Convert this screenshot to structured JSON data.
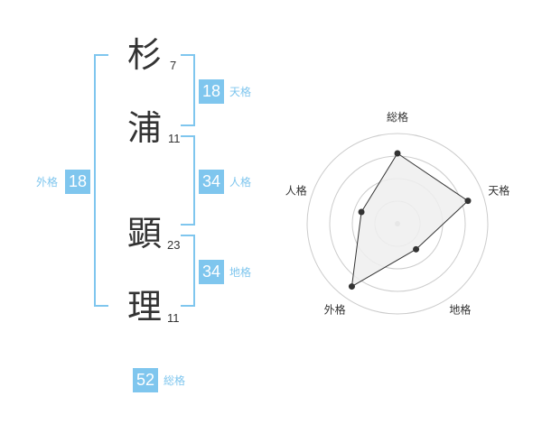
{
  "name": {
    "chars": [
      {
        "char": "杉",
        "strokes": "7"
      },
      {
        "char": "浦",
        "strokes": "11"
      },
      {
        "char": "顕",
        "strokes": "23"
      },
      {
        "char": "理",
        "strokes": "11"
      }
    ]
  },
  "kakusu": {
    "tenkaku": {
      "value": "18",
      "label": "天格"
    },
    "jinkaku": {
      "value": "34",
      "label": "人格"
    },
    "chikaku": {
      "value": "34",
      "label": "地格"
    },
    "gaikaku": {
      "value": "18",
      "label": "外格"
    },
    "soukaku": {
      "value": "52",
      "label": "総格"
    }
  },
  "chart_data": {
    "type": "radar",
    "axes": [
      "総格",
      "天格",
      "地格",
      "外格",
      "人格"
    ],
    "values": [
      0.78,
      0.82,
      0.35,
      0.86,
      0.42
    ],
    "range": [
      0,
      1
    ],
    "rings": 4
  },
  "colors": {
    "accent": "#7fc6ee",
    "text": "#333333",
    "grid": "#cccccc",
    "fill": "#eeeeee",
    "line": "#333333"
  }
}
